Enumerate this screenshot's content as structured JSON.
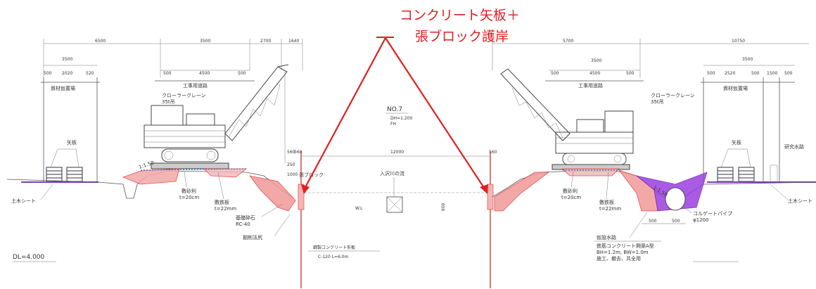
{
  "annotation": {
    "line1": "コンクリート矢板＋",
    "line2": "張ブロック護岸",
    "color": "#e0201f"
  },
  "left": {
    "dim_top_1": "6500",
    "dim_top_2": "3500",
    "dim_top_3": "2700",
    "dim_top_4": "1640",
    "storage_width": "3500",
    "storage_split": [
      "500",
      "2020",
      "520"
    ],
    "storage_label": "資材仮置場",
    "crane_dims": [
      "500",
      "4500",
      "500"
    ],
    "work_road_label": "工事用道路",
    "crane_label_1": "クローラークレーン",
    "crane_label_2": "35t吊",
    "material_label": "矢板",
    "sheet_label": "土木シート",
    "gravel_label_1": "敷砂利",
    "gravel_label_2": "t=20cm",
    "plate_label_1": "敷鉄板",
    "plate_label_2": "t=22mm",
    "base_label_1": "基礎砕石",
    "base_label_2": "RC-40",
    "excav_label": "掘削法尻",
    "block_label": "張ブロック",
    "slope_label": "1:1.50",
    "dim_small": [
      "560",
      "250",
      "1000"
    ],
    "dl_label": "DL=4.000"
  },
  "center": {
    "section_title": "NO.7",
    "section_sub1": "DH=1.200",
    "section_sub2": "FH",
    "width_label": "12000",
    "flow_label": "入沢川の流",
    "water_label": "W.L",
    "height_label": "600",
    "pile_label_1": "鋼製コンクリート矢板",
    "pile_label_2": "C-120 L=6.0m",
    "dim_left": "560",
    "dim_right": "560"
  },
  "right": {
    "dim_top_1": "5700",
    "dim_top_2": "10750",
    "storage_width": "3500",
    "storage_split": [
      "500",
      "2520",
      "500",
      "1500",
      "500"
    ],
    "storage_label": "資材仮置場",
    "crane_dims": [
      "500",
      "4500",
      "500"
    ],
    "crane_dim_top": "3500",
    "work_road_label": "工事用道路",
    "crane_label_1": "クローラークレーン",
    "crane_label_2": "35t吊",
    "material_label": "矢板",
    "building_label": "研究水路",
    "sheet_label": "土木シート",
    "gravel_label_1": "敷砂利",
    "gravel_label_2": "t=20cm",
    "plate_label_1": "敷鉄板",
    "plate_label_2": "t=22mm",
    "corrugate_label_1": "コルゲートパイプ",
    "corrugate_label_2": "φ1200",
    "dim_bottom": [
      "500",
      "500"
    ],
    "temp_road_label": "仮設水路",
    "temp_road_desc_1": "鉄筋コンクリート開渠A型",
    "temp_road_desc_2": "BH=1.2m, BW=1.0m",
    "temp_road_desc_3": "施工、撤去、共全用",
    "slope_label": "1:1.50"
  }
}
